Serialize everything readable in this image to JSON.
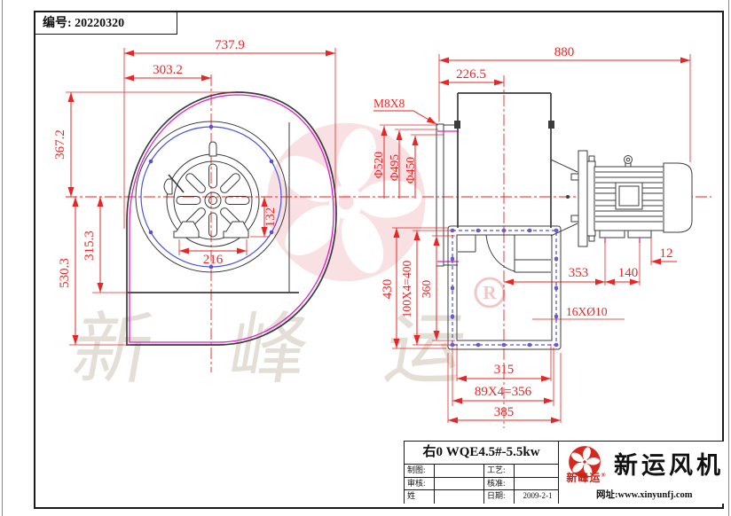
{
  "sheet": {
    "serial": "编号: 20220320"
  },
  "colors": {
    "dimension_red": "#e92525",
    "casing_magenta": "#e020d0",
    "bolt_blue": "#4853e0",
    "logo_red": "#d8281e",
    "watermark_pink": "#f0b3b8"
  },
  "watermark": {
    "brand": "新峰运",
    "registered": "R"
  },
  "left_view": {
    "dims": {
      "overall_width": "737.9",
      "center_offset": "303.2",
      "height_above_center": "367.2",
      "height_below_center": "530.3",
      "base_to_center": "315.3",
      "foot_span": "216",
      "foot_height": "132"
    }
  },
  "right_view": {
    "dims": {
      "overall_length": "880",
      "inlet_to_center": "226.5",
      "inlet_tap": "M8X8",
      "inlet_dia_outer": "Φ520",
      "inlet_dia_bolt": "Φ495",
      "inlet_dia_inner": "Φ450",
      "outlet_height": "430",
      "outlet_hole_pitch_v": "100X4=400",
      "outlet_inner_height": "360",
      "motor_foot_offset": "353",
      "motor_foot_span": "140",
      "motor_foot_width": "12",
      "outlet_holes": "16XØ10",
      "outlet_inner_width": "315",
      "outlet_hole_pitch_h": "89X4=356",
      "outlet_width": "385"
    }
  },
  "title_block": {
    "model": "右0 WQE4.5#-5.5kw",
    "drawn_label": "制图:",
    "process_label": "工艺:",
    "checked_label": "审核:",
    "approved_label": "核准:",
    "sign_label": "姓",
    "date_label": "日期:",
    "date_value": "2009-2-1",
    "logo_text": "新峰运",
    "logo_reg": "®",
    "company": "新运风机",
    "website": "网址:www.xinyunfj.com"
  }
}
